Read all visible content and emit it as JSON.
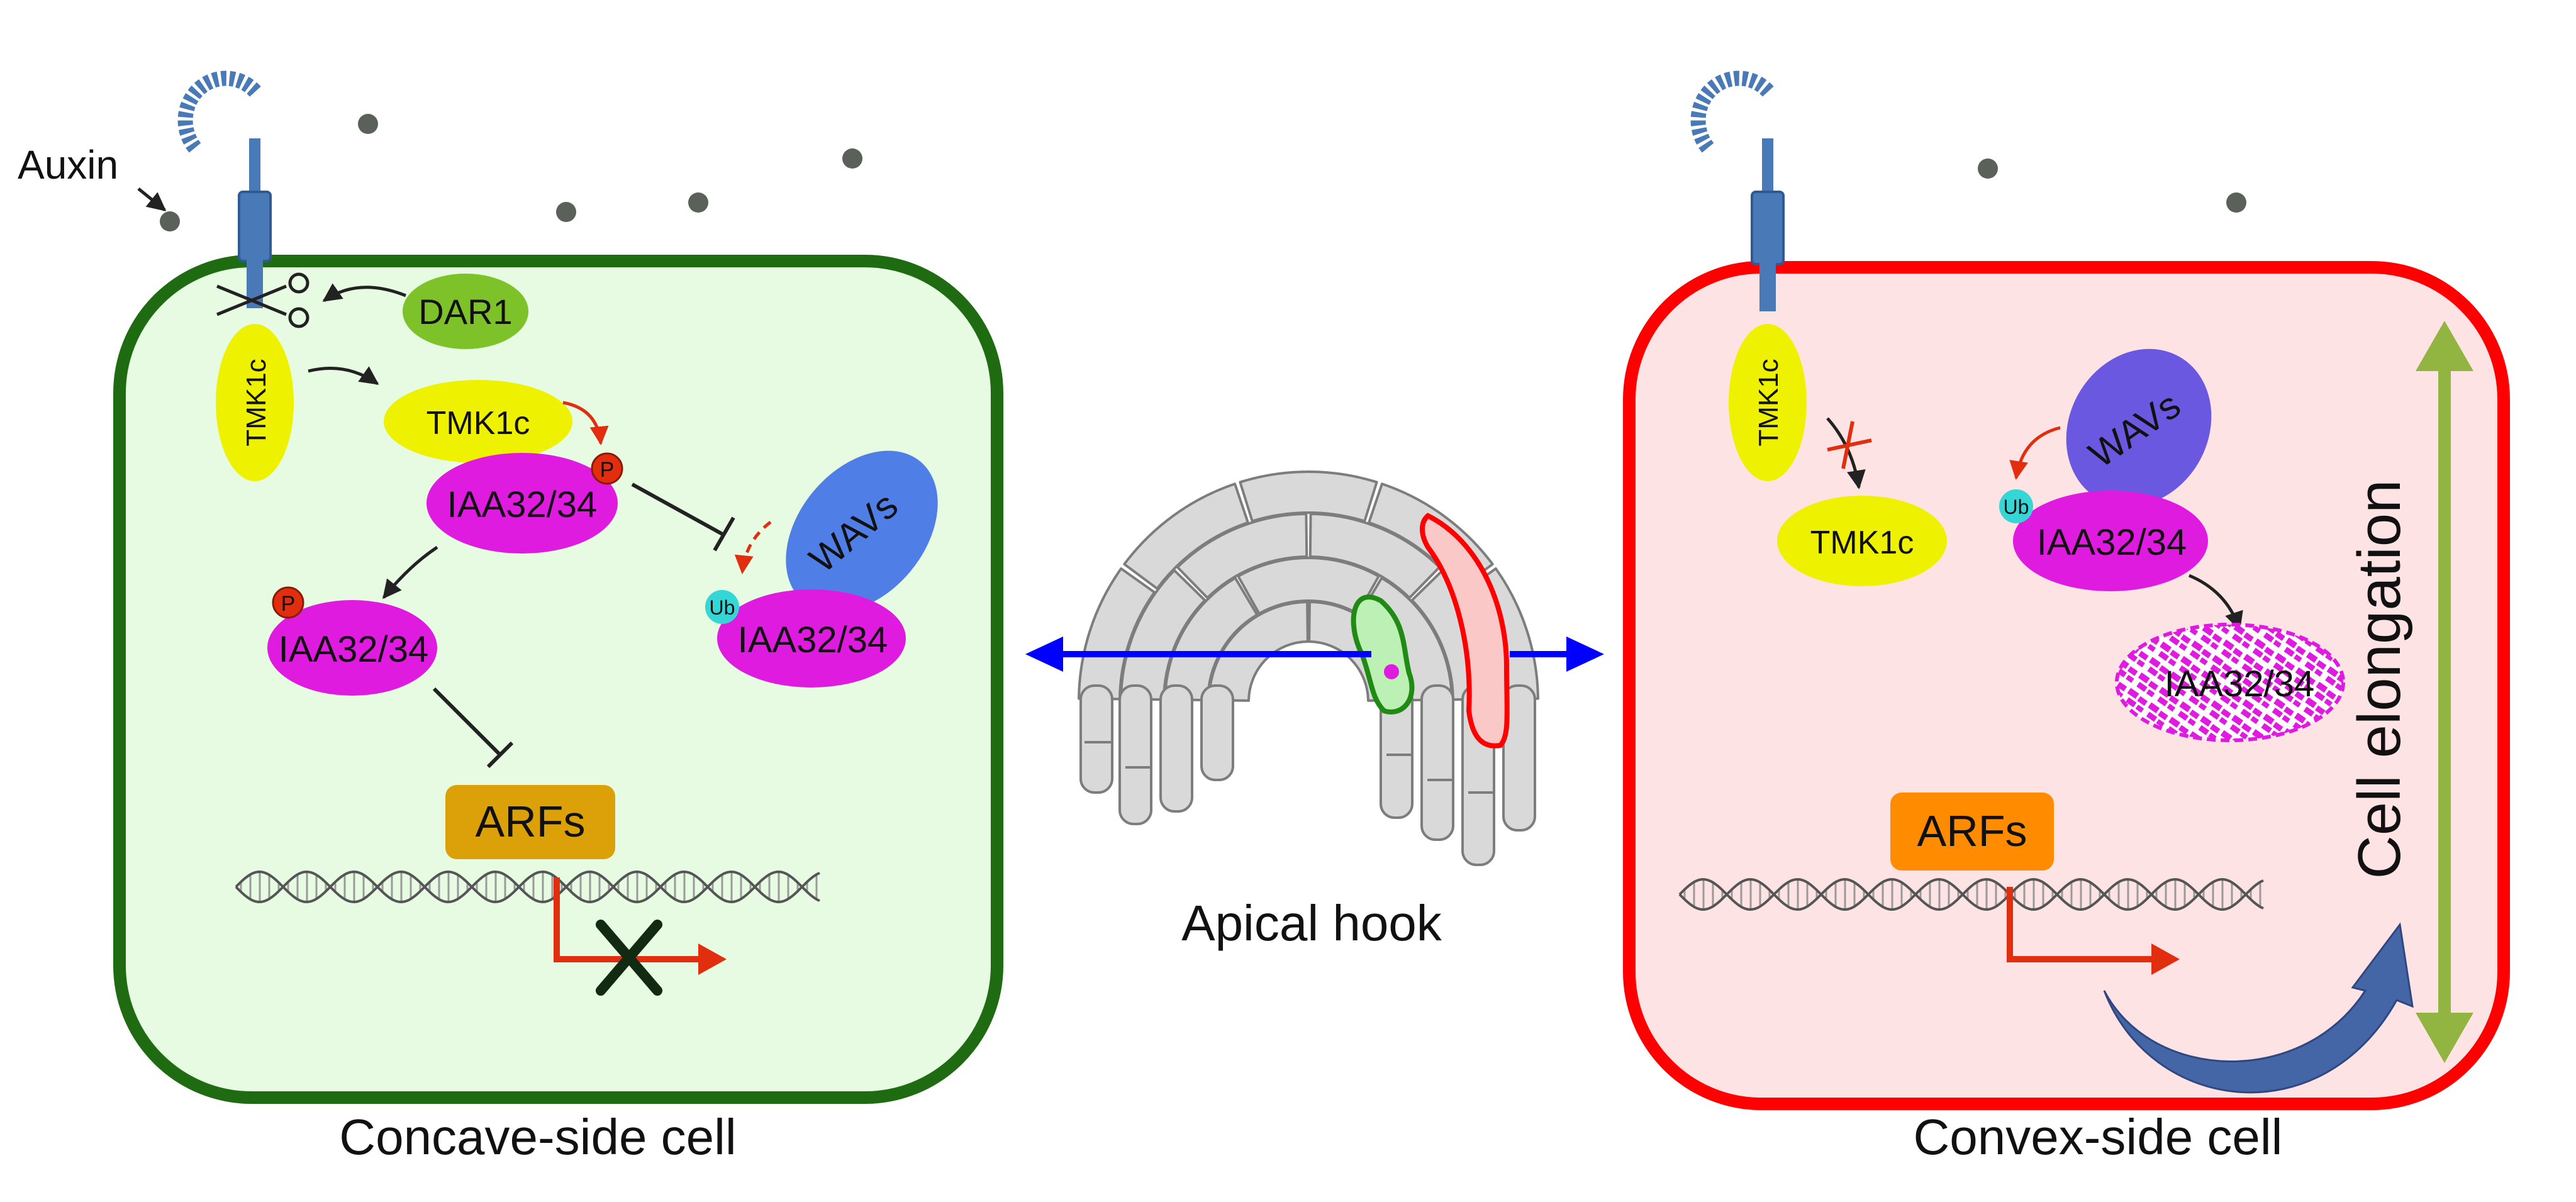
{
  "auxin_label": "Auxin",
  "colors": {
    "concave_border": "#1f6b12",
    "concave_fill": "#e6fbe2",
    "convex_border": "#ff0000",
    "convex_fill": "#fde3e3",
    "auxin_dot": "#596158",
    "receptor": "#4a79b8",
    "tmk1c": "#eef200",
    "dar1": "#7ec229",
    "iaa": "#e01be0",
    "wavs_left": "#4f7fe6",
    "wavs_right": "#6a58e0",
    "phospho": "#e12e0e",
    "ub": "#34d6d6",
    "arf_left": "#dca108",
    "arf_right": "#ff8c00",
    "elongation_arrow": "#92b441",
    "curved_arrow": "#4566a6",
    "blue_arrow": "#0000ff",
    "hook_gray": "#d9d9d9"
  },
  "concave_cell": {
    "caption": "Concave-side cell",
    "dar1": "DAR1",
    "tmk1c_membrane": "TMK1c",
    "tmk1c_free": "TMK1c",
    "iaa_top": "IAA32/34",
    "iaa_left": "IAA32/34",
    "iaa_wav": "IAA32/34",
    "wavs": "WAVs",
    "p_top": "P",
    "p_left": "P",
    "ub": "Ub",
    "arfs": "ARFs"
  },
  "apical_hook": {
    "caption": "Apical hook"
  },
  "convex_cell": {
    "caption": "Convex-side cell",
    "tmk1c_membrane": "TMK1c",
    "tmk1c_free": "TMK1c",
    "wavs": "WAVs",
    "iaa_bound": "IAA32/34",
    "iaa_degraded": "IAA32/34",
    "ub": "Ub",
    "arfs": "ARFs",
    "elongation": "Cell elongation"
  }
}
